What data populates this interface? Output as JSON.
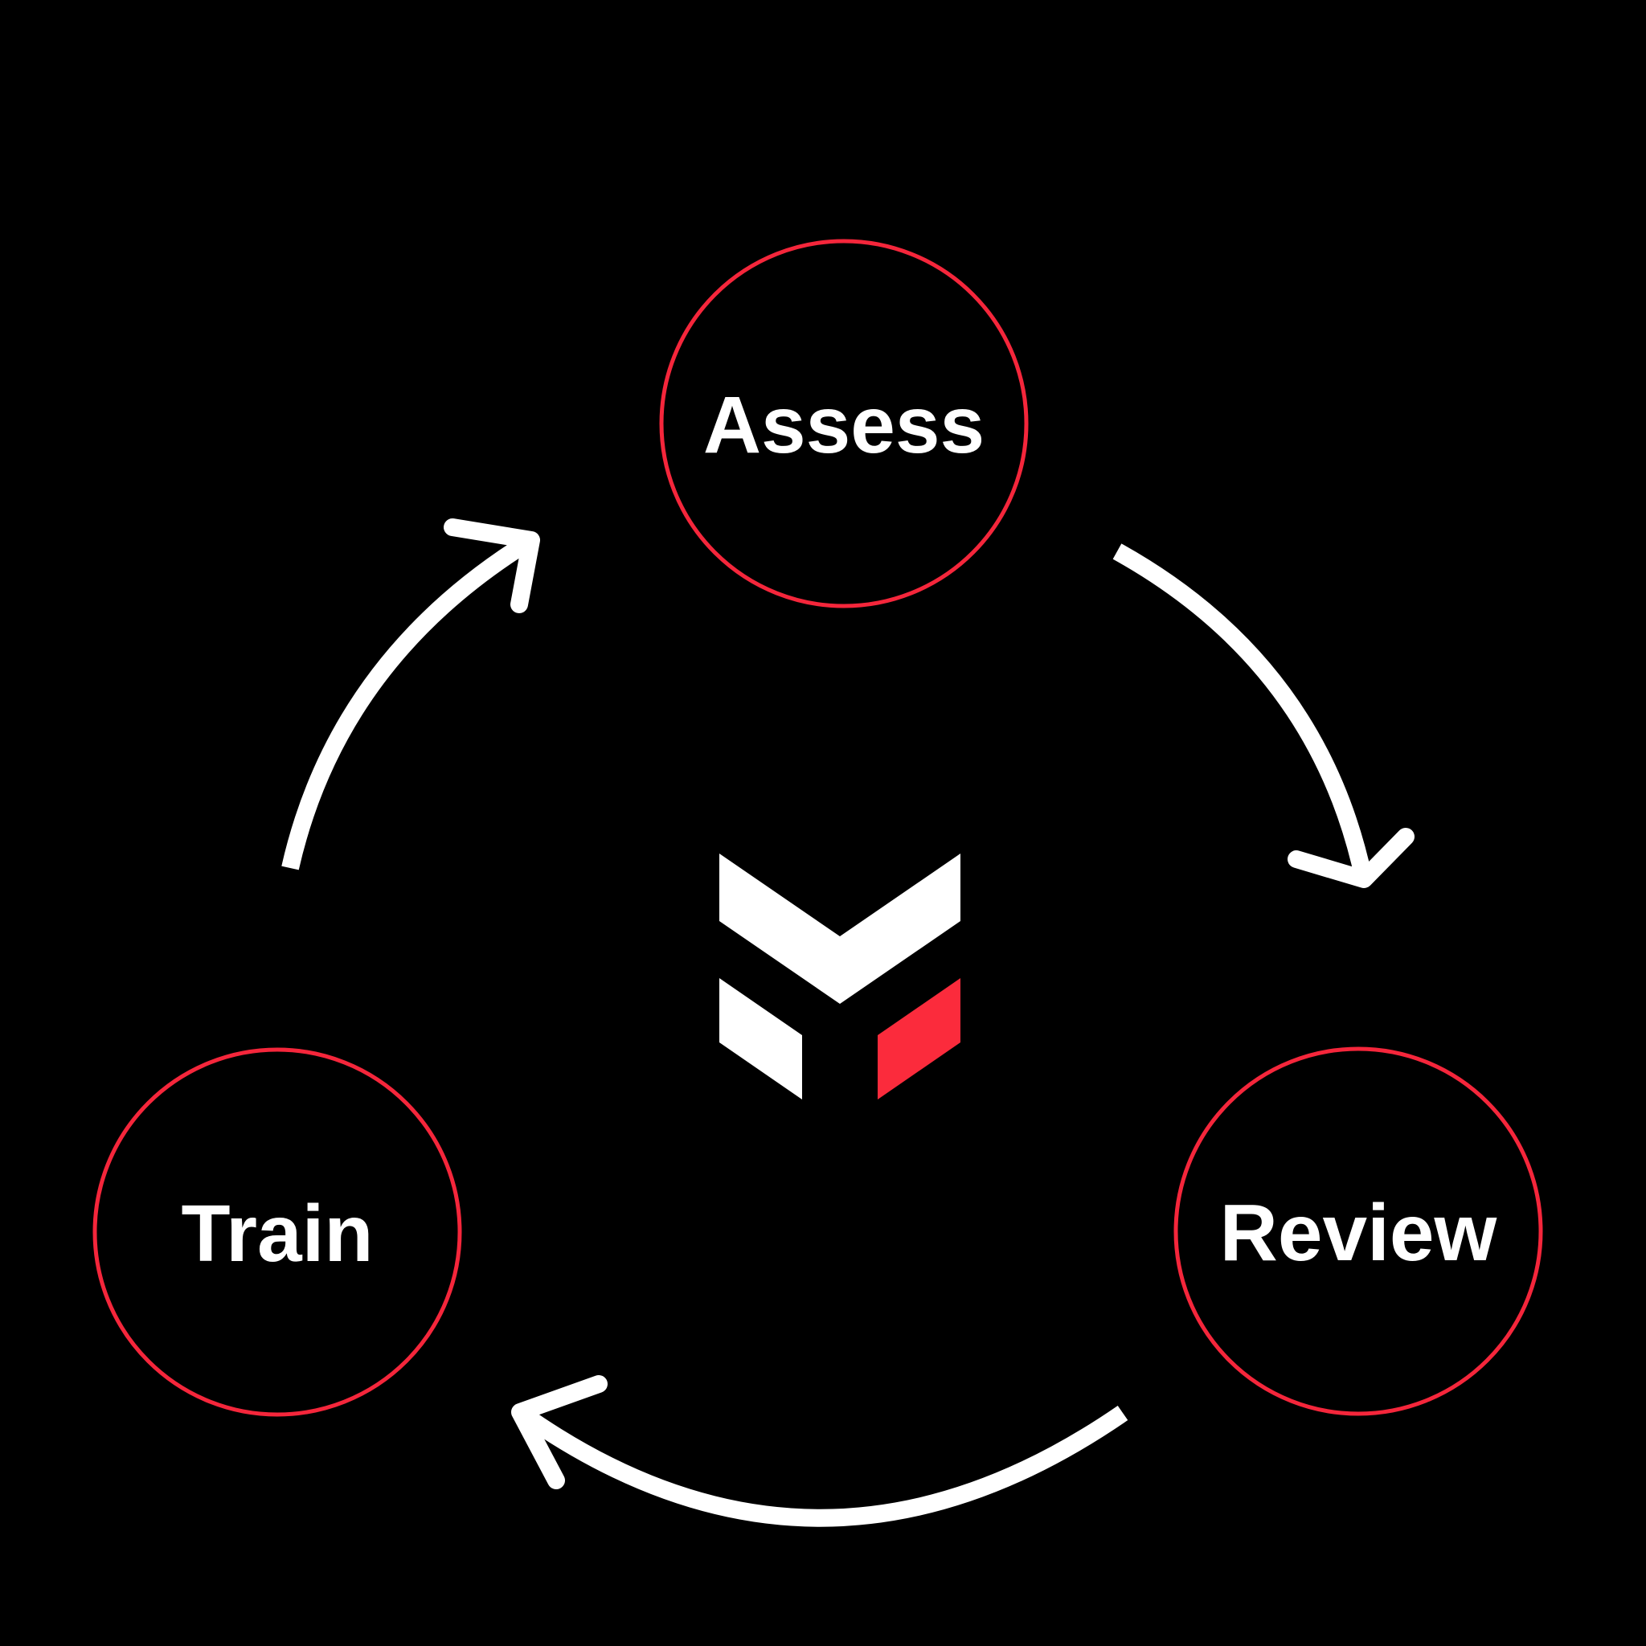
{
  "diagram": {
    "type": "cycle",
    "nodes": [
      {
        "id": "assess",
        "label": "Assess",
        "position": "top"
      },
      {
        "id": "review",
        "label": "Review",
        "position": "bottom-right"
      },
      {
        "id": "train",
        "label": "Train",
        "position": "bottom-left"
      }
    ],
    "arrows": [
      {
        "from": "assess",
        "to": "review"
      },
      {
        "from": "review",
        "to": "train"
      },
      {
        "from": "train",
        "to": "assess"
      }
    ],
    "colors": {
      "background": "#000000",
      "node_border": "#F5263B",
      "label_text": "#FFFFFF",
      "arrow": "#FFFFFF",
      "logo_white": "#FFFFFF",
      "logo_red": "#FB2B3C"
    }
  }
}
